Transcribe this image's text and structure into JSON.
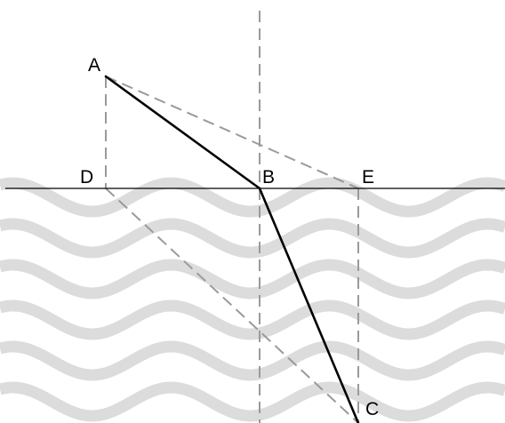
{
  "points": {
    "A": {
      "label": "A"
    },
    "B": {
      "label": "B"
    },
    "C": {
      "label": "C"
    },
    "D": {
      "label": "D"
    },
    "E": {
      "label": "E"
    }
  },
  "colors": {
    "water_waves": "#dcdcdc",
    "construction_lines": "#9a9a9a",
    "light_path": "#000000",
    "background": "#ffffff"
  }
}
